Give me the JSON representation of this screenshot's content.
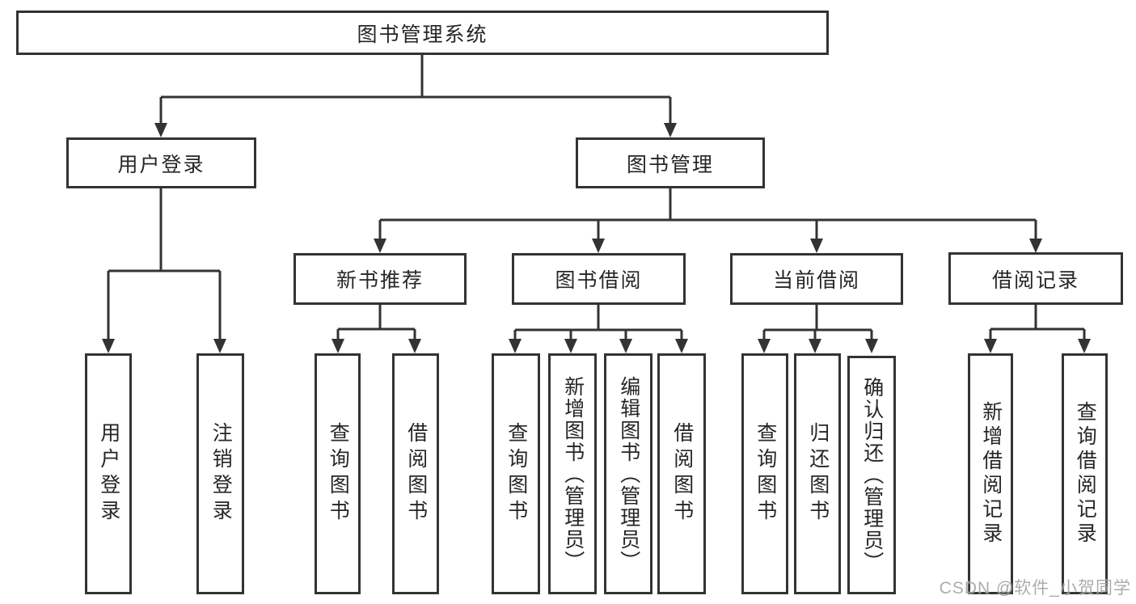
{
  "diagram": {
    "root": {
      "label": "图书管理系统"
    },
    "user_login_branch": {
      "label": "用户登录",
      "leaves": [
        "用户登录",
        "注销登录"
      ]
    },
    "book_mgmt_branch": {
      "label": "图书管理",
      "sections": [
        {
          "label": "新书推荐",
          "leaves": [
            "查询图书",
            "借阅图书"
          ]
        },
        {
          "label": "图书借阅",
          "leaves": [
            "查询图书",
            "新增图书（管理员）",
            "编辑图书（管理员）",
            "借阅图书"
          ]
        },
        {
          "label": "当前借阅",
          "leaves": [
            "查询图书",
            "归还图书",
            "确认归还（管理员）"
          ]
        },
        {
          "label": "借阅记录",
          "leaves": [
            "新增借阅记录",
            "查询借阅记录"
          ]
        }
      ]
    },
    "colors": {
      "line": "#333333",
      "box_background": "#ffffff",
      "text": "#262626",
      "watermark": "#9e9e9e"
    },
    "watermark": "CSDN @软件_小贺同学"
  }
}
